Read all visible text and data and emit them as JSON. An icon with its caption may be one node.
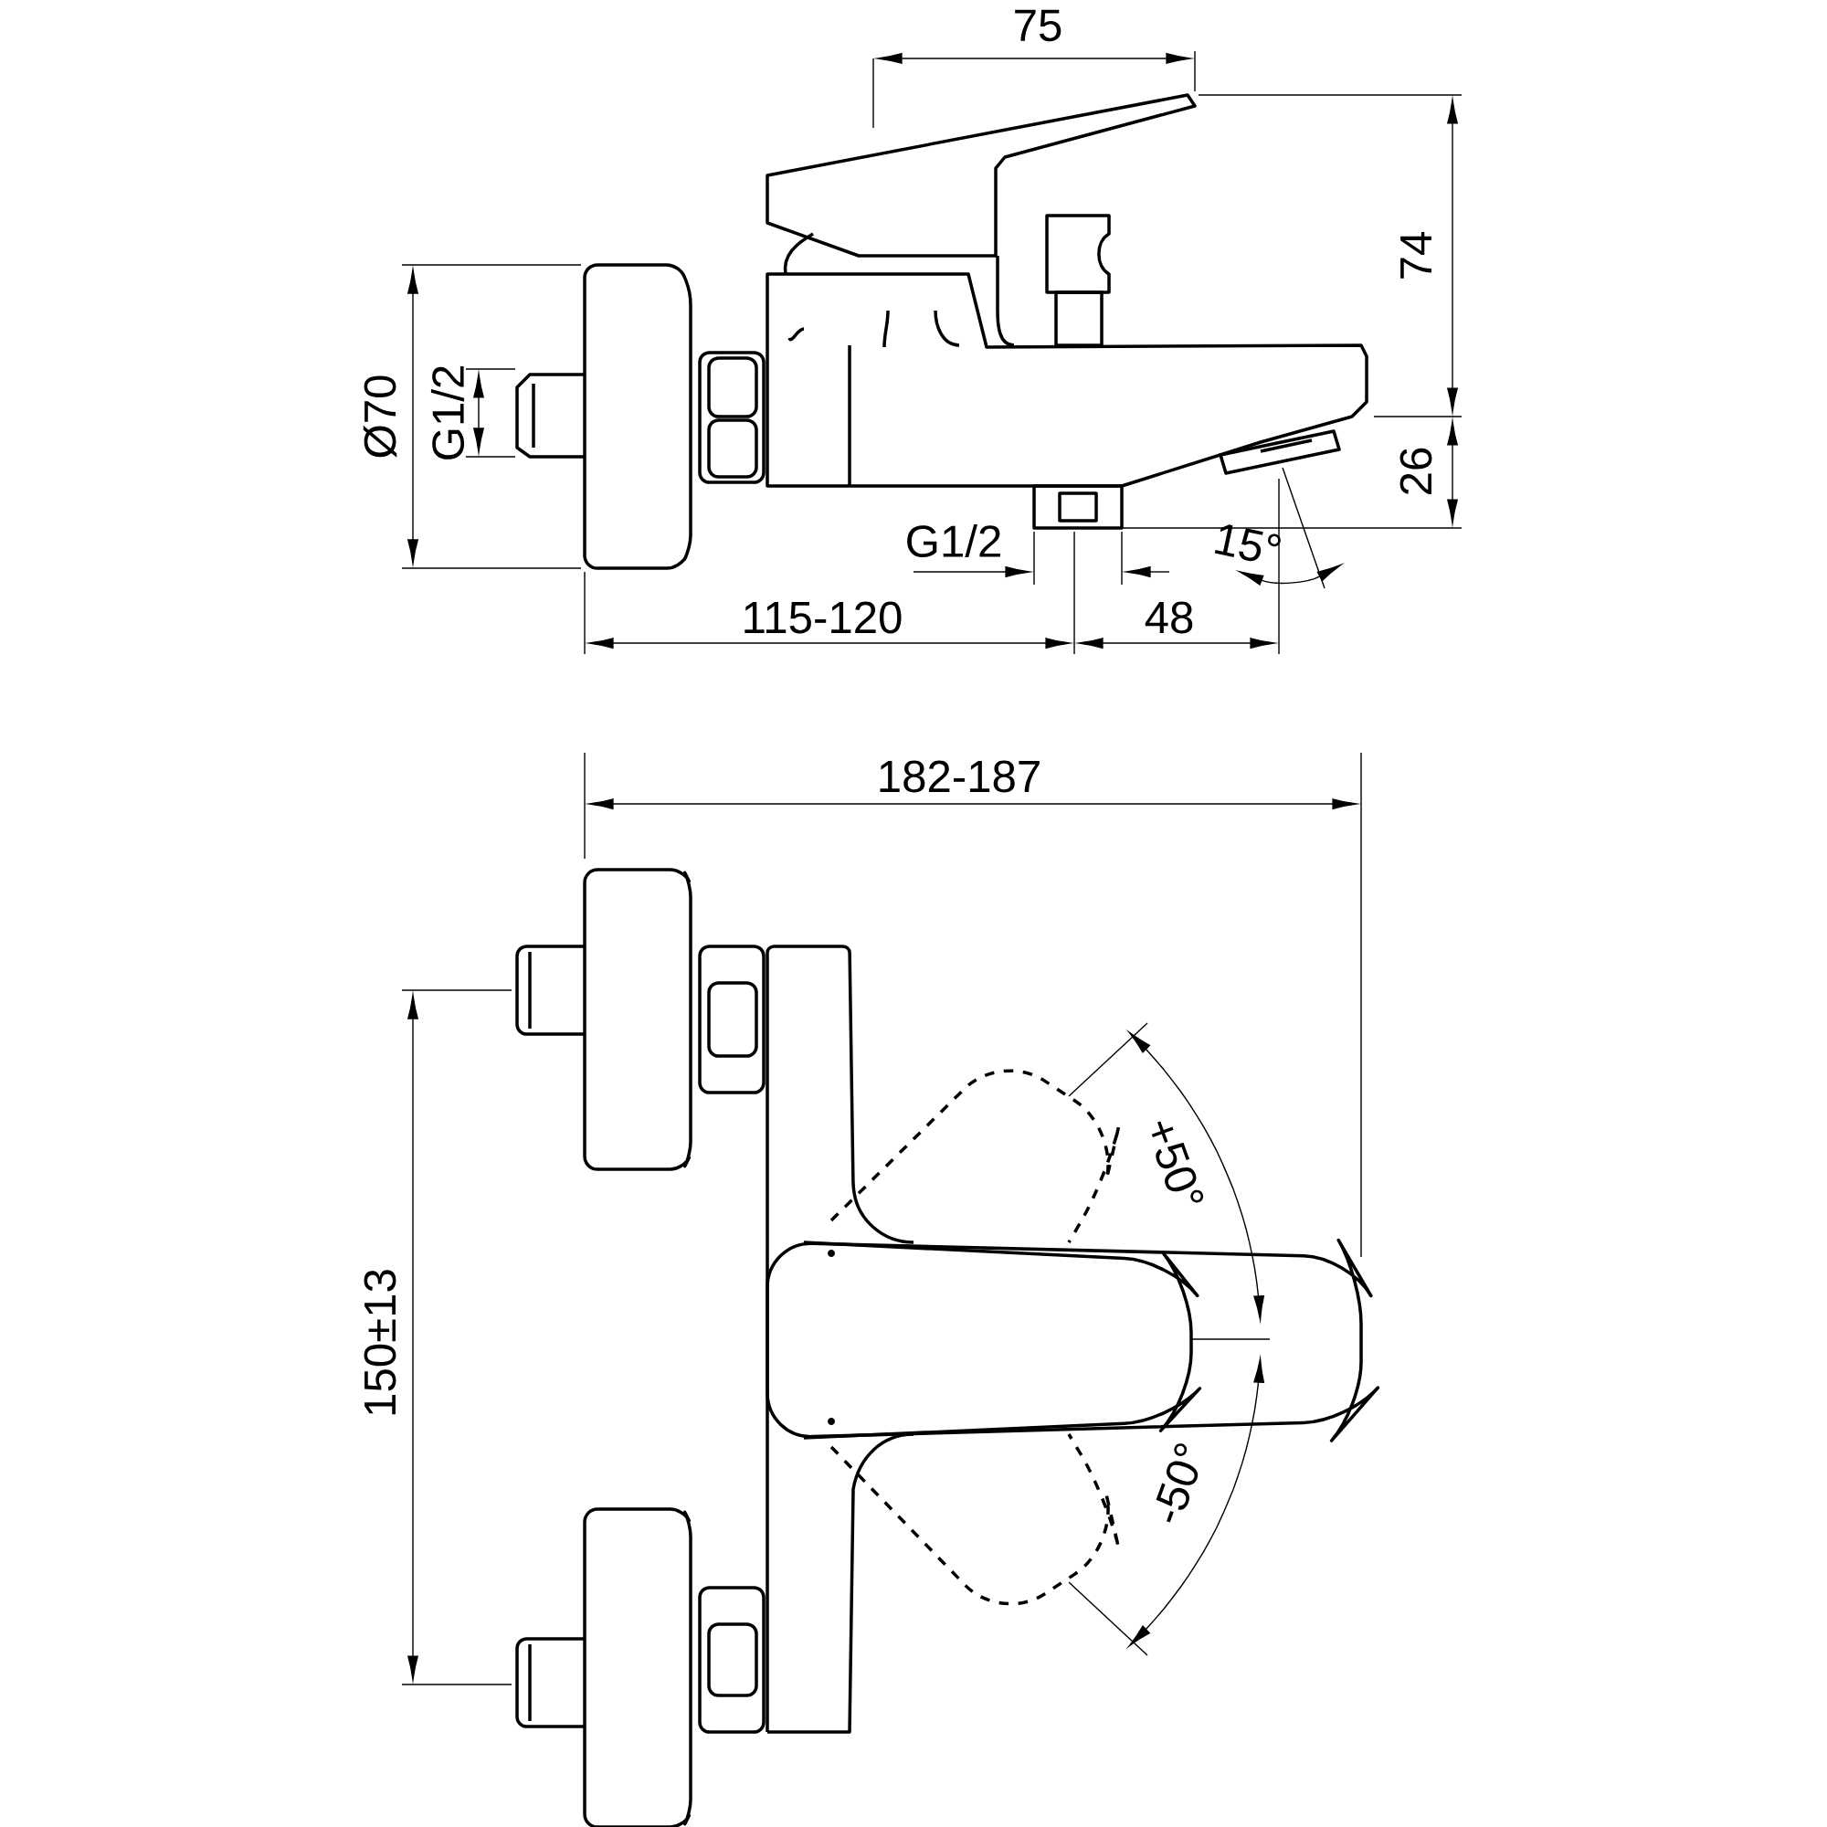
{
  "diagram": {
    "labels": [
      "75",
      "74",
      "Ø70",
      "G1/2",
      "26",
      "G1/2",
      "15°",
      "115-120",
      "48",
      "182-187",
      "+50°",
      "150±13",
      "-50°"
    ]
  }
}
